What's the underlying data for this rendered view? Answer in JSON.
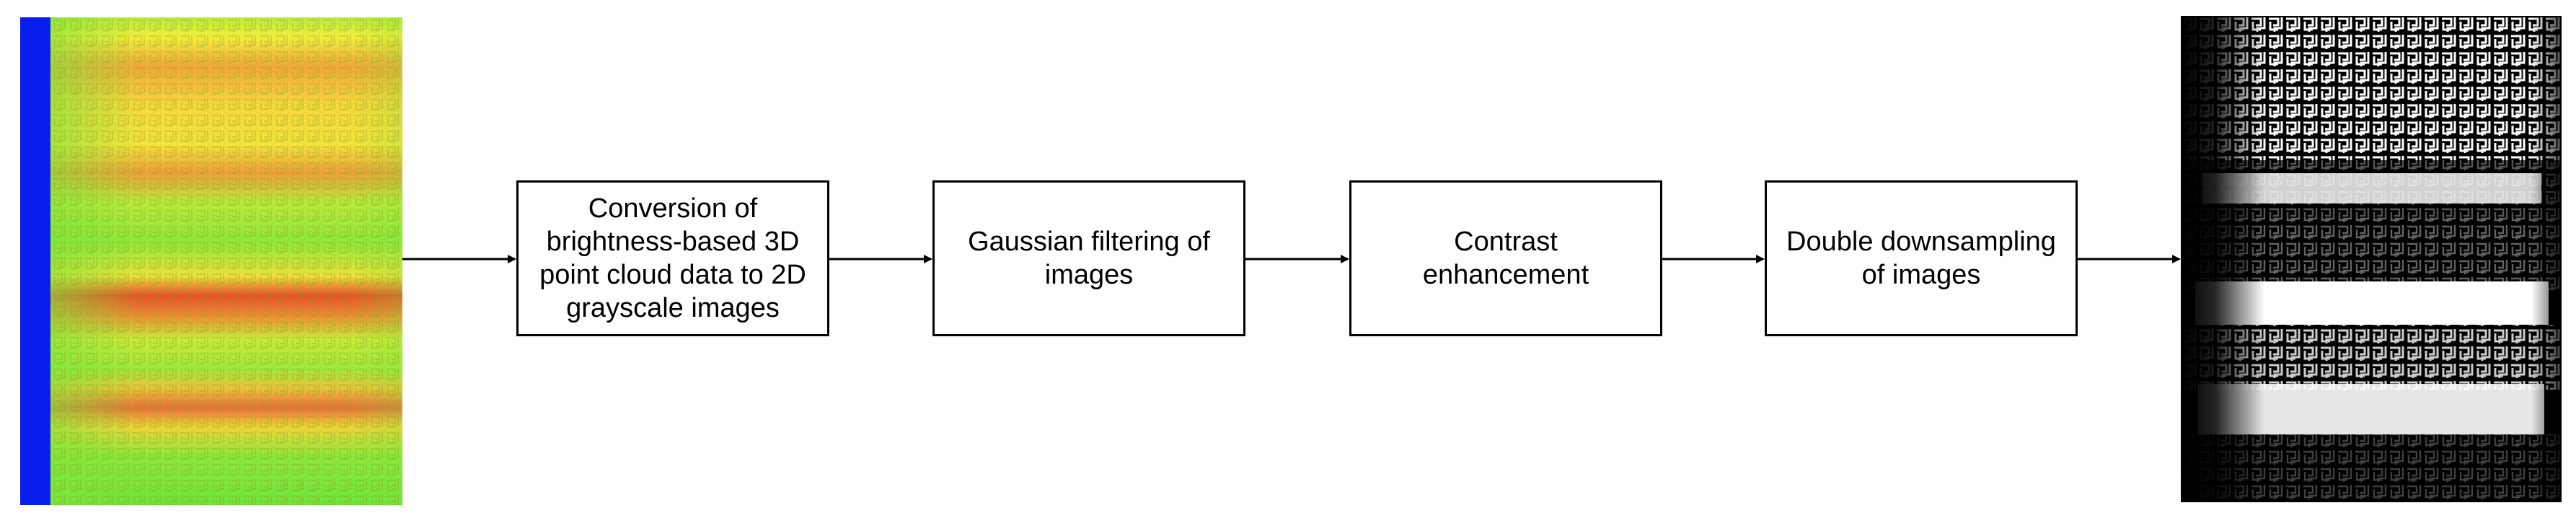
{
  "diagram": {
    "type": "pipeline-flowchart",
    "input_image": {
      "name": "colormap-point-cloud-image",
      "border_bar_color": "#0a1ef0"
    },
    "output_image": {
      "name": "binary-processed-image"
    },
    "steps": [
      {
        "id": "step-1",
        "label": "Conversion of\nbrightness-based 3D\npoint cloud data to 2D\ngrayscale images"
      },
      {
        "id": "step-2",
        "label": "Gaussian filtering of\nimages"
      },
      {
        "id": "step-3",
        "label": "Contrast\nenhancement"
      },
      {
        "id": "step-4",
        "label": "Double downsampling\nof images"
      }
    ],
    "edges": [
      {
        "from": "input-image",
        "to": "step-1"
      },
      {
        "from": "step-1",
        "to": "step-2"
      },
      {
        "from": "step-2",
        "to": "step-3"
      },
      {
        "from": "step-3",
        "to": "step-4"
      },
      {
        "from": "step-4",
        "to": "output-image"
      }
    ],
    "colors": {
      "box_border": "#000000",
      "arrow": "#000000",
      "heatmap_low": "#5ee83a",
      "heatmap_mid": "#f6ef3a",
      "heatmap_high": "#e8402a"
    }
  }
}
